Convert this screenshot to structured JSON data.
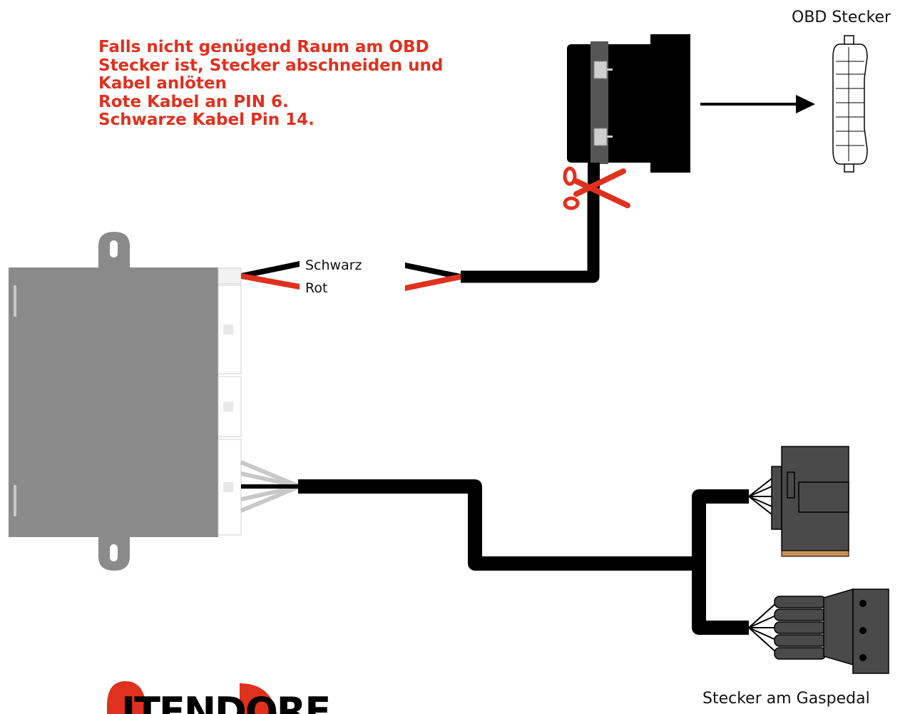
{
  "note": {
    "lines": [
      "Falls nicht genügend Raum am OBD",
      "Stecker ist, Stecker abschneiden und",
      "Kabel anlöten",
      "Rote Kabel an PIN 6.",
      "Schwarze Kabel Pin 14."
    ],
    "color": "#e0301e"
  },
  "labels": {
    "obd": "OBD Stecker",
    "gas": "Stecker am Gaspedal",
    "wire_black": "Schwarz",
    "wire_red": "Rot"
  },
  "logo": {
    "text": "ITENDORF"
  },
  "icons": [
    "scissors-icon",
    "arrow-right-icon"
  ],
  "colors": {
    "red": "#e0301e",
    "module": "#8a8a8a",
    "connector": "#4a4a4a",
    "cable": "#000000"
  }
}
